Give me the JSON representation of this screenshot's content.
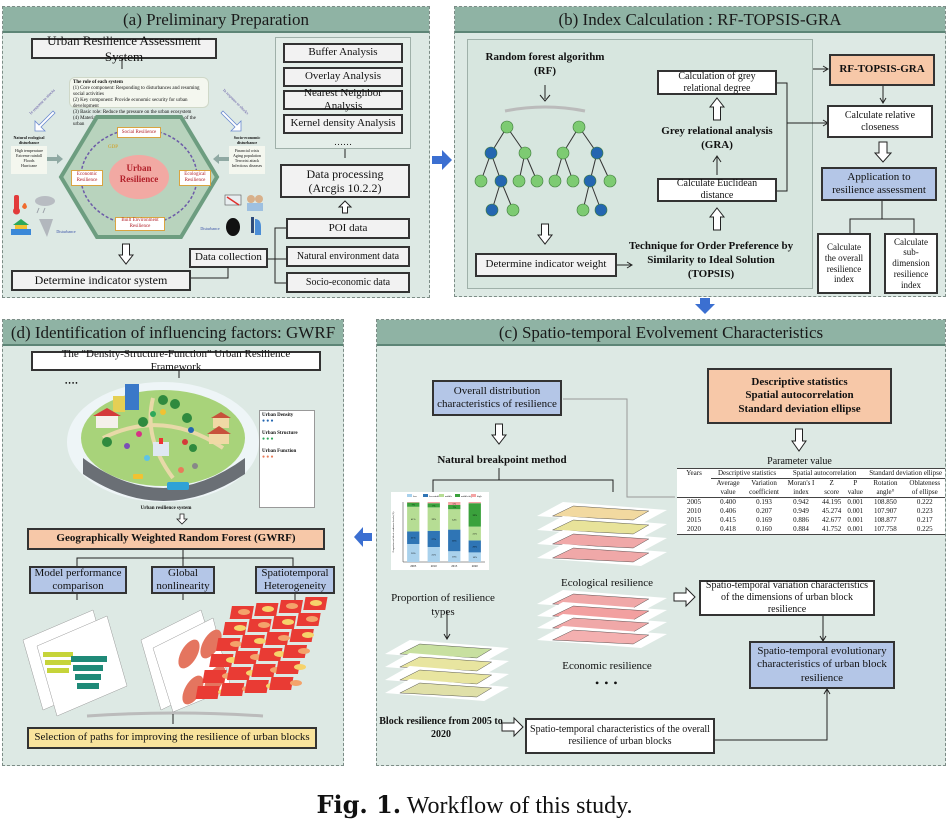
{
  "figure": {
    "caption_label": "Fig. 1.",
    "caption_text": "Workflow of this study."
  },
  "colors": {
    "panel_bg": "#dde9e4",
    "panel_header": "#8fb3a4",
    "flow_arrow": "#3b6fd1",
    "orange_box": "#f7c8a8",
    "blue_box": "#b4c6e7",
    "yellow_box": "#f8e39c"
  },
  "panel_a": {
    "title": "(a) Preliminary Preparation",
    "system_title": "Urban Resilience Assessment System",
    "role_box": {
      "heading": "The role of each system",
      "items": [
        "(1) Core component: Responding to disturbances and resuming social activities",
        "(2) Key component: Provide economic security for urban development",
        "(3) Basic role: Reduce the pressure on the urban ecosystem",
        "(4) Material basis: Maintain the basic service functions of the urban"
      ]
    },
    "arc_left": "In response to shocks",
    "arc_right": "In response to shocks",
    "center": "Urban Resilience",
    "dimensions": {
      "social": "Social Resilience",
      "economic": "Economic Resilience",
      "ecological": "Ecological Resilience",
      "built": "Built Environment Resilience"
    },
    "gdp_label": "GDP",
    "natural_disturbance": {
      "title": "Natural ecological disturbance",
      "items": [
        "High temperature",
        "Extreme rainfall",
        "Floods",
        "Hurricane"
      ]
    },
    "socio_disturbance": {
      "title": "Socio-economic disturbance",
      "items": [
        "Financial crisis",
        "Aging population",
        "Terrorist attack",
        "Infectious diseases"
      ]
    },
    "disturbance_label": "Disturbance",
    "analyses": [
      "Buffer Analysis",
      "Overlay Analysis",
      "Nearest Neighbor Analysis",
      "Kernel density Analysis"
    ],
    "analyses_more": "……",
    "data_processing": "Data processing (Arcgis 10.2.2)",
    "data_sources": [
      "POI data",
      "Natural environment data",
      "Socio-economic data"
    ],
    "data_collection": "Data collection",
    "determine_system": "Determine indicator system"
  },
  "panel_b": {
    "title": "(b) Index Calculation : RF-TOPSIS-GRA",
    "rf_title": "Random forest algorithm (RF)",
    "determine_weight": "Determine indicator weight",
    "topsis": "Technique for Order Preference by Similarity to Ideal Solution (TOPSIS)",
    "euclidean": "Calculate Euclidean distance",
    "gra": "Grey relational analysis (GRA)",
    "grey_degree": "Calculation of grey relational degree",
    "rf_topsis_gra": "RF-TOPSIS-GRA",
    "closeness": "Calculate relative closeness",
    "application": "Application to resilience assessment",
    "overall_index": "Calculate the overall resilience index",
    "sub_index": "Calculate sub-dimension resilience index"
  },
  "panel_c": {
    "title": "(c) Spatio-temporal Evolvement Characteristics",
    "overall_distribution": "Overall distribution characteristics of resilience",
    "natural_breakpoint": "Natural breakpoint method",
    "stats_box": [
      "Descriptive statistics",
      "Spatial autocorrelation",
      "Standard deviation ellipse"
    ],
    "parameter_title": "Parameter value",
    "table": {
      "group_headers": [
        "Years",
        "Descriptive statistics",
        "Spatial autocorrelation",
        "Standard deviation ellipse"
      ],
      "columns": [
        "Average value",
        "Variation coefficient",
        "Moran's I index",
        "Z score",
        "P value",
        "Rotation angle°",
        "Oblateness of ellipse"
      ],
      "rows": [
        {
          "year": "2005",
          "values": [
            "0.400",
            "0.193",
            "0.942",
            "44.195",
            "0.001",
            "108.850",
            "0.222"
          ]
        },
        {
          "year": "2010",
          "values": [
            "0.406",
            "0.207",
            "0.949",
            "45.274",
            "0.001",
            "107.907",
            "0.223"
          ]
        },
        {
          "year": "2015",
          "values": [
            "0.415",
            "0.169",
            "0.886",
            "42.677",
            "0.001",
            "108.877",
            "0.217"
          ]
        },
        {
          "year": "2020",
          "values": [
            "0.418",
            "0.160",
            "0.884",
            "41.752",
            "0.001",
            "107.758",
            "0.225"
          ]
        }
      ]
    },
    "proportion_label": "Proportion of resilience types",
    "ecological_label": "Ecological resilience",
    "economic_label": "Economic resilience",
    "ellipsis": "• • •",
    "block_resilience": "Block resilience from 2005 to 2020",
    "overall_characteristics": "Spatio-temporal characteristics of the overall resilience of urban blocks",
    "dimension_variation": "Spatio-temporal variation characteristics of the dimensions of urban block resilience",
    "evolutionary": "Spatio-temporal evolutionary characteristics of urban block resilience"
  },
  "panel_d": {
    "title": "(d) Identification of influencing factors: GWRF",
    "framework": "The \"Density-Structure-Function\" Urban Resilience Framework",
    "system_label": "Urban resilience system",
    "legend_density": "Urban Density",
    "legend_structure": "Urban Structure",
    "legend_function": "Urban Function",
    "gwrf": "Geographically Weighted Random Forest (GWRF)",
    "branches": [
      "Model performance comparison",
      "Global nonlinearity",
      "Spatiotemporal Heterogeneity"
    ],
    "selection": "Selection of paths for improving the resilience of urban blocks"
  },
  "chart_data": {
    "type": "bar",
    "stacked": true,
    "title": "",
    "xlabel": "",
    "ylabel": "Proportion of block resilience levels (%)",
    "categories": [
      "2005",
      "2010",
      "2015",
      "2020"
    ],
    "ylim": [
      0,
      100
    ],
    "series": [
      {
        "name": "low",
        "color": "#a9d1ec",
        "values": [
          30,
          25,
          18,
          16
        ]
      },
      {
        "name": "low-middle",
        "color": "#2f75b5",
        "values": [
          21,
          27,
          36,
          20
        ]
      },
      {
        "name": "middle",
        "color": "#b6dd94",
        "values": [
          41,
          39,
          34,
          23
        ]
      },
      {
        "name": "middle-high",
        "color": "#3aa13c",
        "values": [
          7,
          7,
          7,
          39
        ]
      },
      {
        "name": "high",
        "color": "#f4a3a3",
        "values": [
          1,
          2,
          5,
          2
        ]
      }
    ]
  }
}
